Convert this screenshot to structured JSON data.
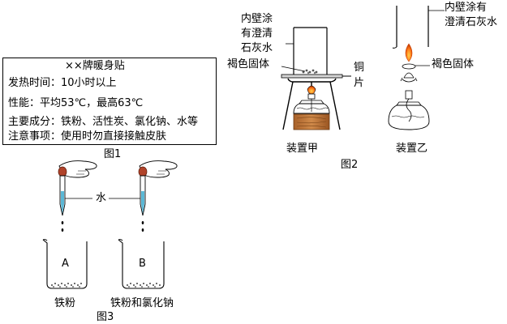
{
  "fig1": {
    "title": "××牌暖身贴",
    "lines": [
      "发热时间：10小时以上",
      "性能：平均53℃，最高63℃",
      "主要成分：铁粉、活性炭、氯化钠、水等",
      "注意事项：使用时勿直接接触皮肤"
    ],
    "caption": "图1"
  },
  "fig2": {
    "jia": {
      "wall_label_lines": [
        "内壁涂",
        "有澄清",
        "石灰水"
      ],
      "solid_label": "褐色固体",
      "copper_label_lines": [
        "铜",
        "片"
      ],
      "caption": "装置甲"
    },
    "yi": {
      "wall_label_lines": [
        "内壁涂有",
        "澄清石灰水"
      ],
      "solid_label": "褐色固体",
      "caption": "装置乙"
    },
    "caption": "图2"
  },
  "fig3": {
    "water_label": "水",
    "beaker_a": {
      "letter": "A",
      "caption": "铁粉"
    },
    "beaker_b": {
      "letter": "B",
      "caption": "铁粉和氯化钠"
    },
    "caption": "图3"
  }
}
